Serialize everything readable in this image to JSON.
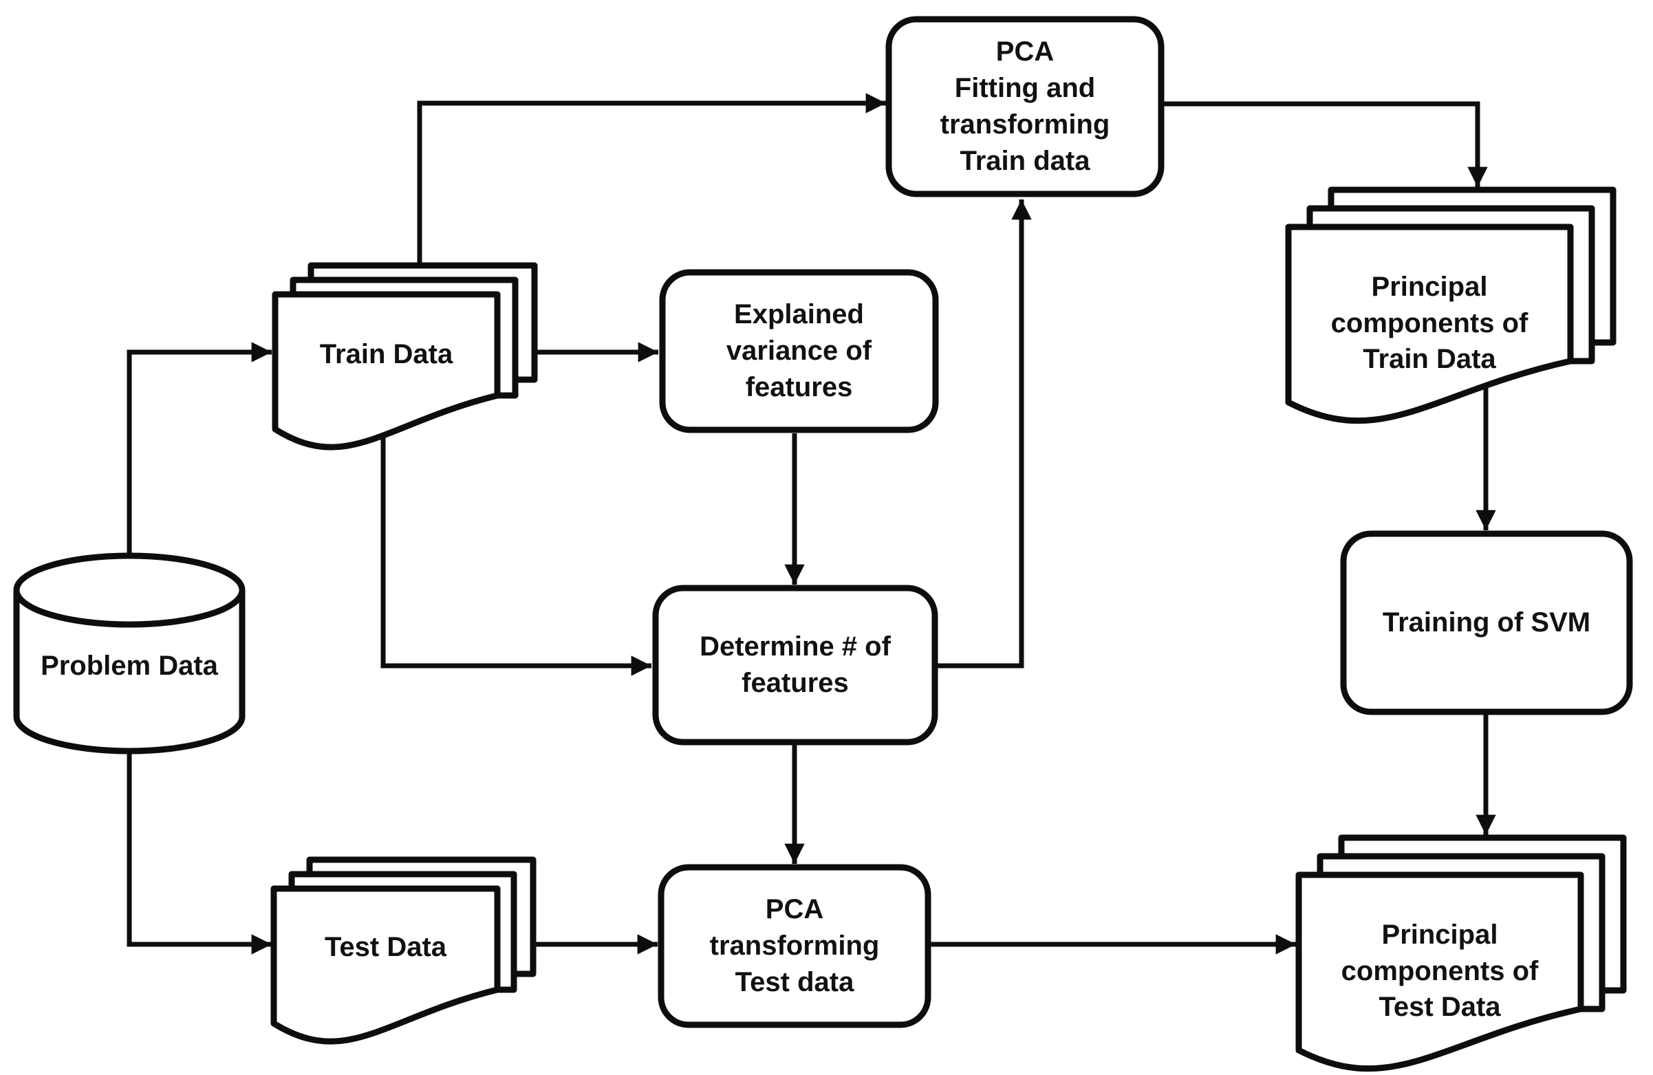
{
  "diagram": {
    "type": "flowchart",
    "background_color": "#ffffff",
    "stroke_color": "#0d0d0d",
    "node_fill_color": "#ffffff",
    "nodes": {
      "problem_data": {
        "shape": "database-cylinder",
        "label": [
          "Problem Data"
        ]
      },
      "train_data": {
        "shape": "document-stack",
        "label": [
          "Train Data"
        ]
      },
      "test_data": {
        "shape": "document-stack",
        "label": [
          "Test Data"
        ]
      },
      "explained_variance": {
        "shape": "rounded-rectangle",
        "label": [
          "Explained",
          "variance of",
          "features"
        ]
      },
      "determine_features": {
        "shape": "rounded-rectangle",
        "label": [
          "Determine # of",
          "features"
        ]
      },
      "pca_fit_transform": {
        "shape": "rounded-rectangle",
        "label": [
          "PCA",
          "Fitting and",
          "transforming",
          "Train data"
        ]
      },
      "pca_transform_test": {
        "shape": "rounded-rectangle",
        "label": [
          "PCA",
          "transforming",
          "Test data"
        ]
      },
      "training_svm": {
        "shape": "rounded-rectangle",
        "label": [
          "Training of SVM"
        ]
      },
      "pc_train": {
        "shape": "document-stack",
        "label": [
          "Principal",
          "components of",
          "Train Data"
        ]
      },
      "pc_test": {
        "shape": "document-stack",
        "label": [
          "Principal",
          "components of",
          "Test Data"
        ]
      }
    },
    "connections": [
      {
        "from": "problem_data",
        "to": "train_data"
      },
      {
        "from": "problem_data",
        "to": "test_data"
      },
      {
        "from": "train_data",
        "to": "explained_variance"
      },
      {
        "from": "train_data",
        "to": "pca_fit_transform"
      },
      {
        "from": "train_data",
        "to": "determine_features"
      },
      {
        "from": "explained_variance",
        "to": "determine_features"
      },
      {
        "from": "determine_features",
        "to": "pca_fit_transform"
      },
      {
        "from": "determine_features",
        "to": "pca_transform_test"
      },
      {
        "from": "test_data",
        "to": "pca_transform_test"
      },
      {
        "from": "pca_fit_transform",
        "to": "pc_train"
      },
      {
        "from": "pc_train",
        "to": "training_svm"
      },
      {
        "from": "training_svm",
        "to": "pc_test"
      },
      {
        "from": "pca_transform_test",
        "to": "pc_test"
      }
    ]
  }
}
